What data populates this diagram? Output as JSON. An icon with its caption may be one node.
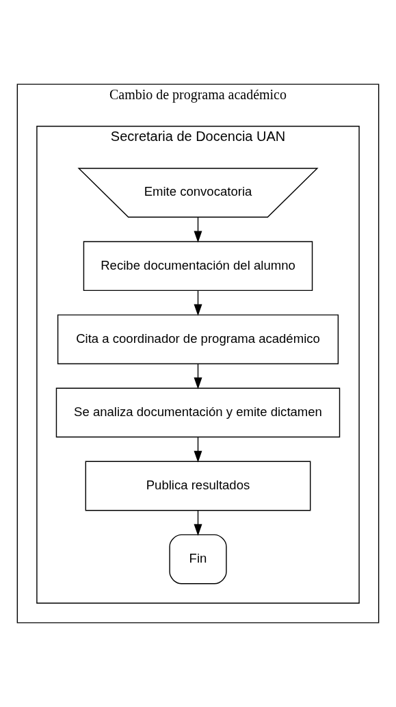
{
  "diagram": {
    "nodes": [
      {
        "text": [
          "Cambio de programa académico"
        ]
      },
      {
        "text": [
          "Secretaria de Docencia UAN"
        ],
        "in": 0
      },
      {
        "text": [
          "Emite convocatoria"
        ],
        "in": 1
      },
      {
        "text": [
          "Recibe documentación del alumno"
        ],
        "in": 1
      },
      {
        "text": [
          "Cita a coordinador de programa académico"
        ],
        "in": 1
      },
      {
        "text": [
          "Se analiza documentación y emite dictamen"
        ],
        "in": 1
      },
      {
        "text": [
          "Publica resultados"
        ],
        "in": 1
      },
      {
        "text": [
          "Fin"
        ],
        "in": 1
      }
    ],
    "edges": [
      {
        "from": 2,
        "to": 3,
        "arrow": "to"
      },
      {
        "from": 3,
        "to": 4,
        "arrow": "to"
      },
      {
        "from": 4,
        "to": 5,
        "arrow": "to"
      },
      {
        "from": 5,
        "to": 6,
        "arrow": "to"
      },
      {
        "from": 6,
        "to": 7,
        "arrow": "to"
      }
    ]
  }
}
